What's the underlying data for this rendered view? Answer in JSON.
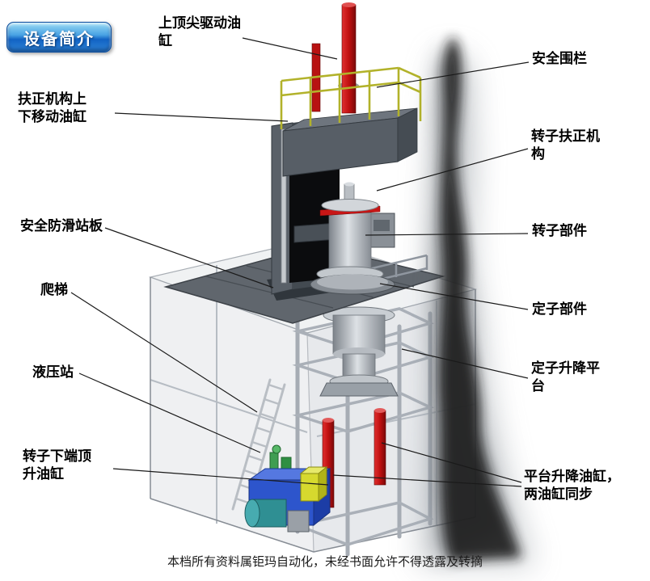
{
  "page": {
    "badge": "设备简介",
    "footer": "本档所有资料属钜玛自动化，未经书面允许不得透露及转摘"
  },
  "labels": {
    "top_drive_cylinder": "上顶尖驱动油\n缸",
    "safety_fence": "安全围栏",
    "centering_move_cylinder": "扶正机构上\n下移动油缸",
    "rotor_centering_mechanism": "转子扶正机\n构",
    "antislip_platform": "安全防滑站板",
    "rotor_component": "转子部件",
    "ladder": "爬梯",
    "stator_component": "定子部件",
    "hydraulic_station": "液压站",
    "stator_lift_platform": "定子升降平\n台",
    "rotor_bottom_jack_cylinder": "转子下端顶\n升油缸",
    "platform_lift_cylinders": "平台升降油缸，\n两油缸同步"
  },
  "colors": {
    "badge_blue": "#1263c4",
    "cylinder_red": "#c01010",
    "railing_yellow": "#b2b22a",
    "hydraulic_blue": "#2d55cc",
    "pump_teal": "#2f8f93",
    "frame_gray": "#575e66"
  }
}
